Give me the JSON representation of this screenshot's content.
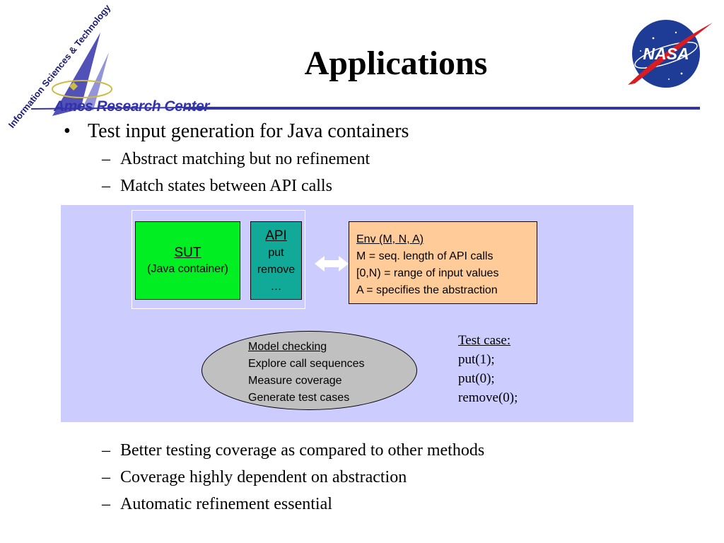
{
  "slide": {
    "title": "Applications",
    "left_logo": {
      "arc_text": "Information Sciences & Technology",
      "org": "Ames Research Center"
    },
    "right_logo": {
      "text": "NASA"
    },
    "colors": {
      "rule": "#3333aa",
      "panel": "#ccccff",
      "sut": "#00ee22",
      "api": "#11aa99",
      "env": "#ffcc99",
      "ellipse": "#c0c0c0"
    }
  },
  "bullets": {
    "main": "Test input generation for Java containers",
    "sub_top": [
      "Abstract matching but no refinement",
      "Match states between API calls"
    ],
    "sub_bottom": [
      "Better testing coverage as compared to other methods",
      "Coverage highly dependent on abstraction",
      "Automatic refinement essential"
    ]
  },
  "diagram": {
    "sut": {
      "title": "SUT",
      "subtitle": "(Java container)"
    },
    "api": {
      "title": "API",
      "items": [
        "put",
        "remove",
        "…"
      ]
    },
    "env": {
      "title": "Env (M, N, A)",
      "lines": [
        "M = seq. length of API calls",
        "[0,N) = range of input values",
        "A = specifies the abstraction"
      ]
    },
    "model_checking": {
      "title": "Model checking",
      "lines": [
        "Explore call sequences",
        "Measure coverage",
        "Generate test cases"
      ]
    },
    "test_case": {
      "title": "Test case:",
      "lines": [
        "put(1);",
        "put(0);",
        "remove(0);"
      ]
    }
  }
}
